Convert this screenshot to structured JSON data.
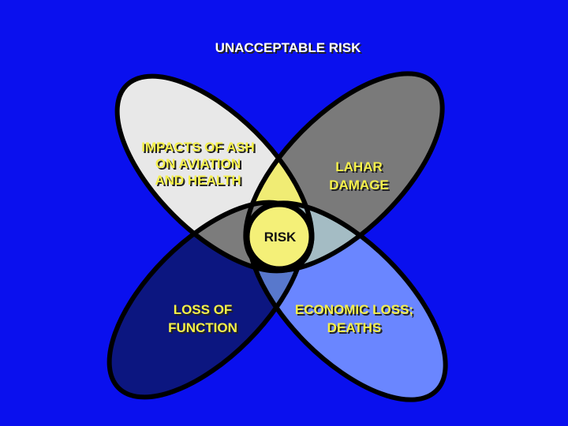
{
  "title": "UNACCEPTABLE RISK",
  "center": "RISK",
  "petals": [
    {
      "lines": [
        "IMPACTS  OF ASH",
        "ON  AVIATION",
        "AND  HEALTH"
      ],
      "color": "#e8e8e8"
    },
    {
      "lines": [
        "LAHAR",
        "DAMAGE"
      ],
      "color": "#7a7a7a"
    },
    {
      "lines": [
        "LOSS  OF",
        "FUNCTION"
      ],
      "color": "#0c1680"
    },
    {
      "lines": [
        "ECONOMIC LOSS;",
        "DEATHS"
      ],
      "color": "#6a86ff"
    }
  ],
  "colors": {
    "background": "#0a10ee",
    "text": "#f5f04a",
    "center": "#f4f078"
  }
}
